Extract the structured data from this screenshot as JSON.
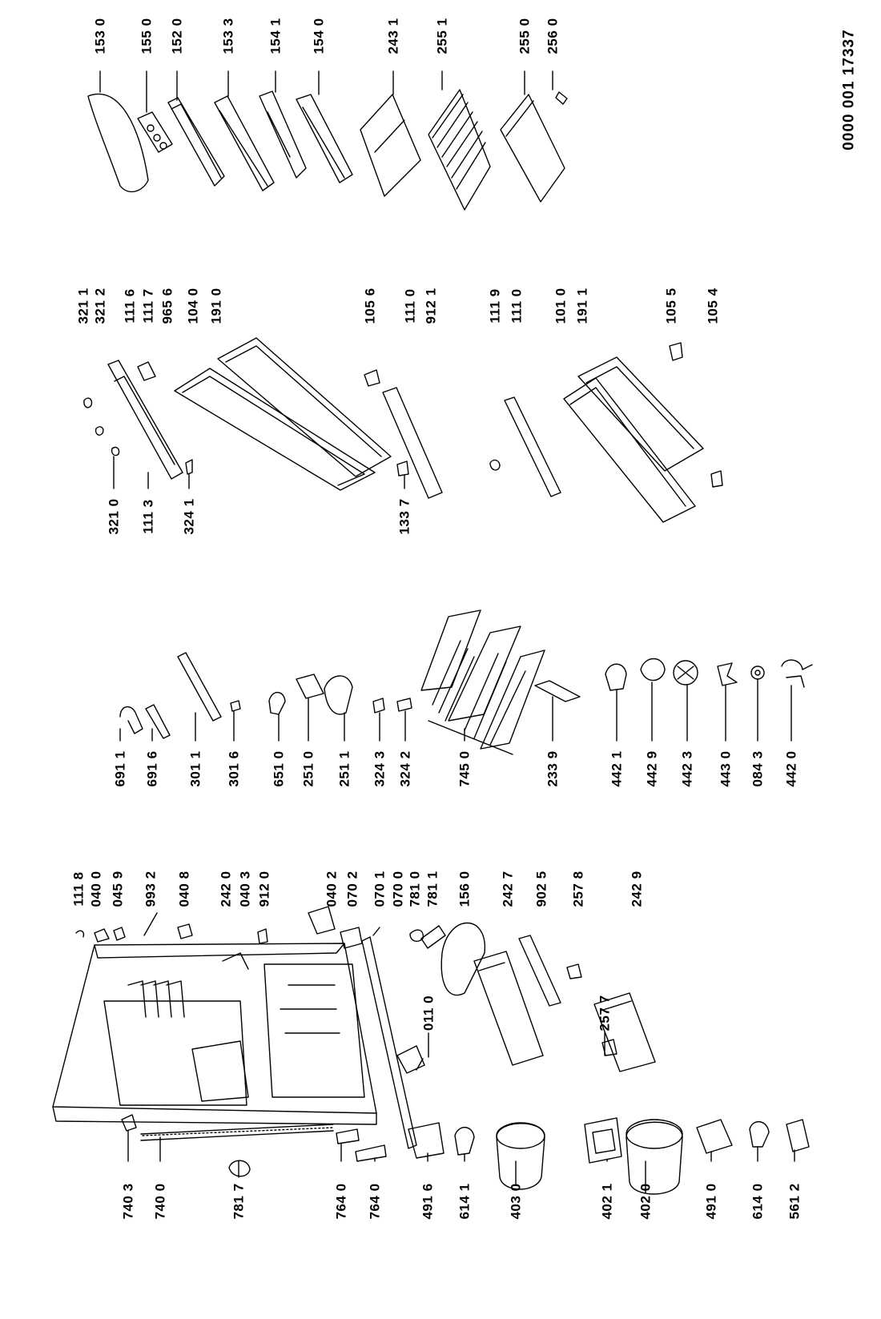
{
  "document_number": "0000 001 17337",
  "labels": {
    "c1_153_0": "153 0",
    "c1_155_0": "155 0",
    "c1_152_0": "152 0",
    "c1_153_3": "153 3",
    "c1_154_1": "154 1",
    "c1_154_0": "154 0",
    "c1_243_1": "243 1",
    "c1_255_1": "255 1",
    "c1_255_0": "255 0",
    "c1_256_0": "256 0",
    "c2_321_1": "321 1",
    "c2_321_2": "321 2",
    "c2_111_6": "111 6",
    "c2_111_7": "111 7",
    "c2_965_6": "965 6",
    "c2_104_0": "104 0",
    "c2_191_0": "191 0",
    "c2_105_6": "105 6",
    "c2_111_0a": "111 0",
    "c2_912_1": "912 1",
    "c2_111_9": "111 9",
    "c2_111_0b": "111 0",
    "c2_101_0": "101 0",
    "c2_191_1": "191 1",
    "c2_105_5": "105 5",
    "c2_105_4": "105 4",
    "c3_321_0": "321 0",
    "c3_111_3": "111 3",
    "c3_324_1": "324 1",
    "c3_133_7": "133 7",
    "c4_691_1": "691 1",
    "c4_691_6": "691 6",
    "c4_301_1": "301 1",
    "c4_301_6": "301 6",
    "c4_651_0": "651 0",
    "c4_251_0": "251 0",
    "c4_251_1": "251 1",
    "c4_324_3": "324 3",
    "c4_324_2": "324 2",
    "c4_745_0": "745 0",
    "c4_233_9": "233 9",
    "c4_442_1": "442 1",
    "c4_442_9": "442 9",
    "c4_442_3": "442 3",
    "c4_443_0": "443 0",
    "c4_084_3": "084 3",
    "c4_442_0": "442 0",
    "c5_111_8": "111 8",
    "c5_040_0": "040 0",
    "c5_045_9": "045 9",
    "c5_993_2": "993 2",
    "c5_040_8": "040 8",
    "c5_242_0": "242 0",
    "c5_040_3": "040 3",
    "c5_912_0": "912 0",
    "c5_040_2": "040 2",
    "c5_070_2": "070 2",
    "c5_070_1": "070 1",
    "c5_070_0": "070 0",
    "c5_781_0": "781 0",
    "c5_781_1": "781 1",
    "c5_156_0": "156 0",
    "c5_242_7": "242 7",
    "c5_902_5": "902 5",
    "c5_257_8": "257 8",
    "c5_242_9": "242 9",
    "c6_011_0": "011 0",
    "c6_257_7": "257 7",
    "c7_740_3": "740 3",
    "c7_740_0": "740 0",
    "c7_781_7": "781 7",
    "c7_764_0a": "764 0",
    "c7_764_0b": "764 0",
    "c7_491_6": "491 6",
    "c7_614_1": "614 1",
    "c7_403_0": "403 0",
    "c7_402_1": "402 1",
    "c7_402_0": "402 0",
    "c7_491_0": "491 0",
    "c7_614_0": "614 0",
    "c7_561_2": "561 2"
  }
}
